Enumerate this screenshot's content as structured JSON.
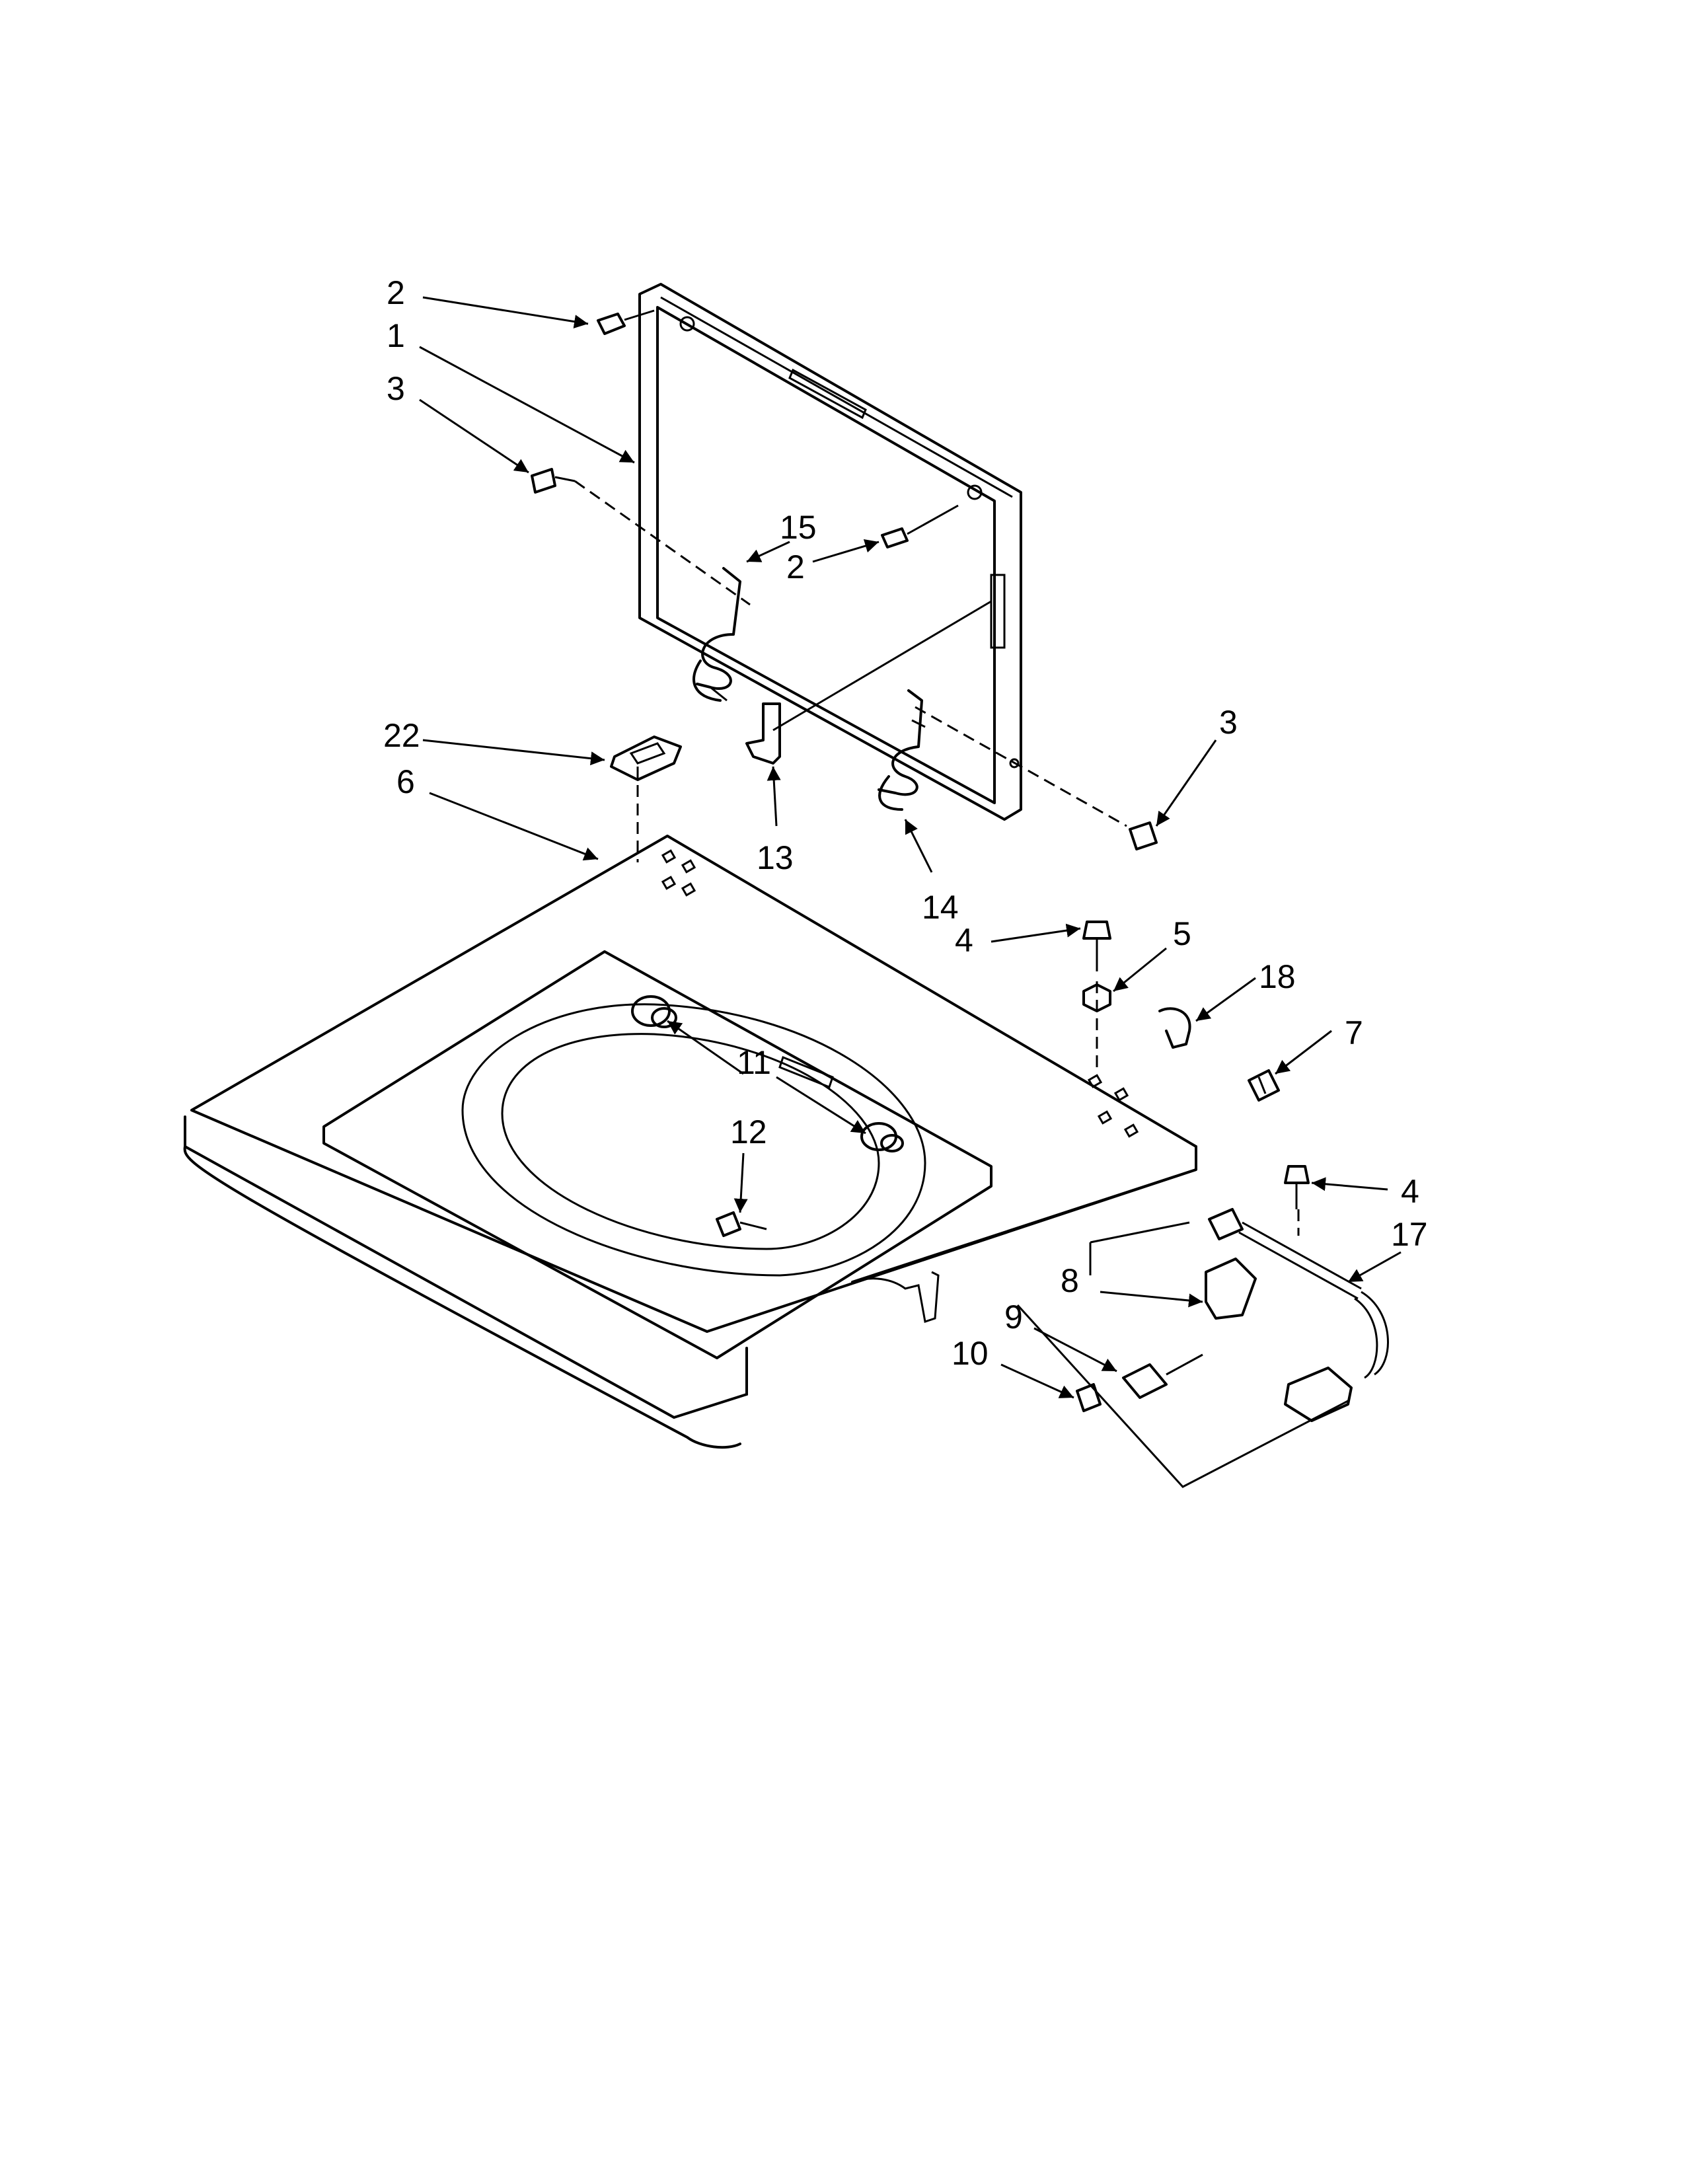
{
  "callouts": {
    "c1": "1",
    "c2a": "2",
    "c2b": "2",
    "c3a": "3",
    "c3b": "3",
    "c4a": "4",
    "c4b": "4",
    "c5": "5",
    "c6": "6",
    "c7": "7",
    "c8": "8",
    "c9": "9",
    "c10": "10",
    "c11": "11",
    "c12": "12",
    "c13": "13",
    "c14": "14",
    "c15": "15",
    "c17": "17",
    "c18": "18",
    "c22": "22"
  }
}
